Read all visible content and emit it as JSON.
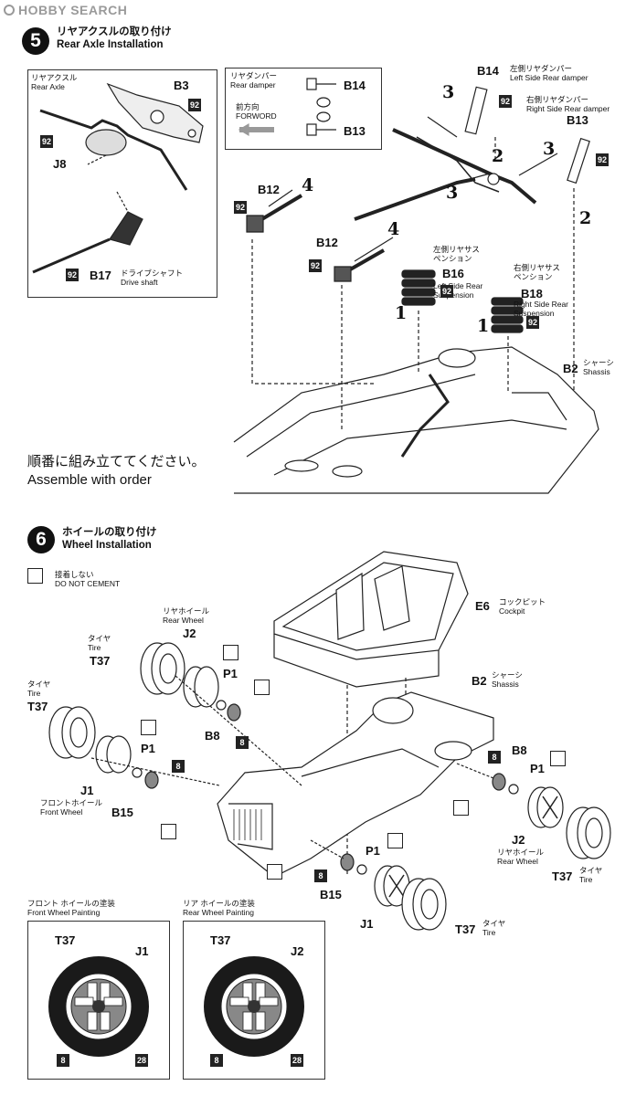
{
  "watermark": "HOBBY SEARCH",
  "step5": {
    "number": "5",
    "title_jp": "リヤアクスルの取り付け",
    "title_en": "Rear Axle Installation",
    "inset": {
      "rear_axle_jp": "リヤアクスル",
      "rear_axle_en": "Rear Axle",
      "b3": "B3",
      "j8": "J8",
      "b17": "B17",
      "drive_shaft_jp": "ドライブシャフト",
      "drive_shaft_en": "Drive shaft",
      "paint_a": "92",
      "paint_b": "92",
      "paint_c": "92"
    },
    "damper_box": {
      "rear_damper_jp": "リヤダンパー",
      "rear_damper_en": "Rear damper",
      "forward_jp": "前方向",
      "forward_en": "FORWORD",
      "b14": "B14",
      "b13": "B13"
    },
    "parts": {
      "b14": "B14",
      "b14_jp": "左側リヤダンパー",
      "b14_en": "Left Side Rear damper",
      "b13": "B13",
      "b13_jp": "右側リヤダンパー",
      "b13_en": "Right Side Rear damper",
      "b12a": "B12",
      "b12b": "B12",
      "b16": "B16",
      "b16_jp": "左側リヤサス\nペンション",
      "b16_en": "Left Side Rear\nSuspension",
      "b18": "B18",
      "b18_jp": "右側リヤサス\nペンション",
      "b18_en": "Right Side Rear\nSuspension",
      "b2": "B2",
      "b2_jp": "シャーシ",
      "b2_en": "Shassis",
      "p92": "92"
    },
    "order": {
      "n1a": "1",
      "n1b": "1",
      "n2a": "2",
      "n2b": "2",
      "n3a": "3",
      "n3b": "3",
      "n3c": "3",
      "n4a": "4",
      "n4b": "4"
    },
    "note_jp": "順番に組み立ててください。",
    "note_en": "Assemble with order"
  },
  "step6": {
    "number": "6",
    "title_jp": "ホイールの取り付け",
    "title_en": "Wheel Installation",
    "cement_jp": "接着しない",
    "cement_en": "DO NOT CEMENT",
    "parts": {
      "e6": "E6",
      "e6_jp": "コックピット",
      "e6_en": "Cockpit",
      "b2": "B2",
      "b2_jp": "シャーシ",
      "b2_en": "Shassis",
      "j2": "J2",
      "rear_wheel_jp": "リヤホイール",
      "rear_wheel_en": "Rear Wheel",
      "t37": "T37",
      "tire_jp": "タイヤ",
      "tire_en": "Tire",
      "p1": "P1",
      "b8": "B8",
      "b15": "B15",
      "j1": "J1",
      "front_wheel_jp": "フロントホイール",
      "front_wheel_en": "Front Wheel",
      "paint8": "8"
    },
    "front_paint": {
      "title_jp": "フロント ホイールの塗装",
      "title_en": "Front Wheel Painting",
      "t37": "T37",
      "j1": "J1",
      "c8": "8",
      "c28": "28"
    },
    "rear_paint": {
      "title_jp": "リア ホイールの塗装",
      "title_en": "Rear Wheel Painting",
      "t37": "T37",
      "j2": "J2",
      "c8": "8",
      "c28": "28"
    }
  }
}
